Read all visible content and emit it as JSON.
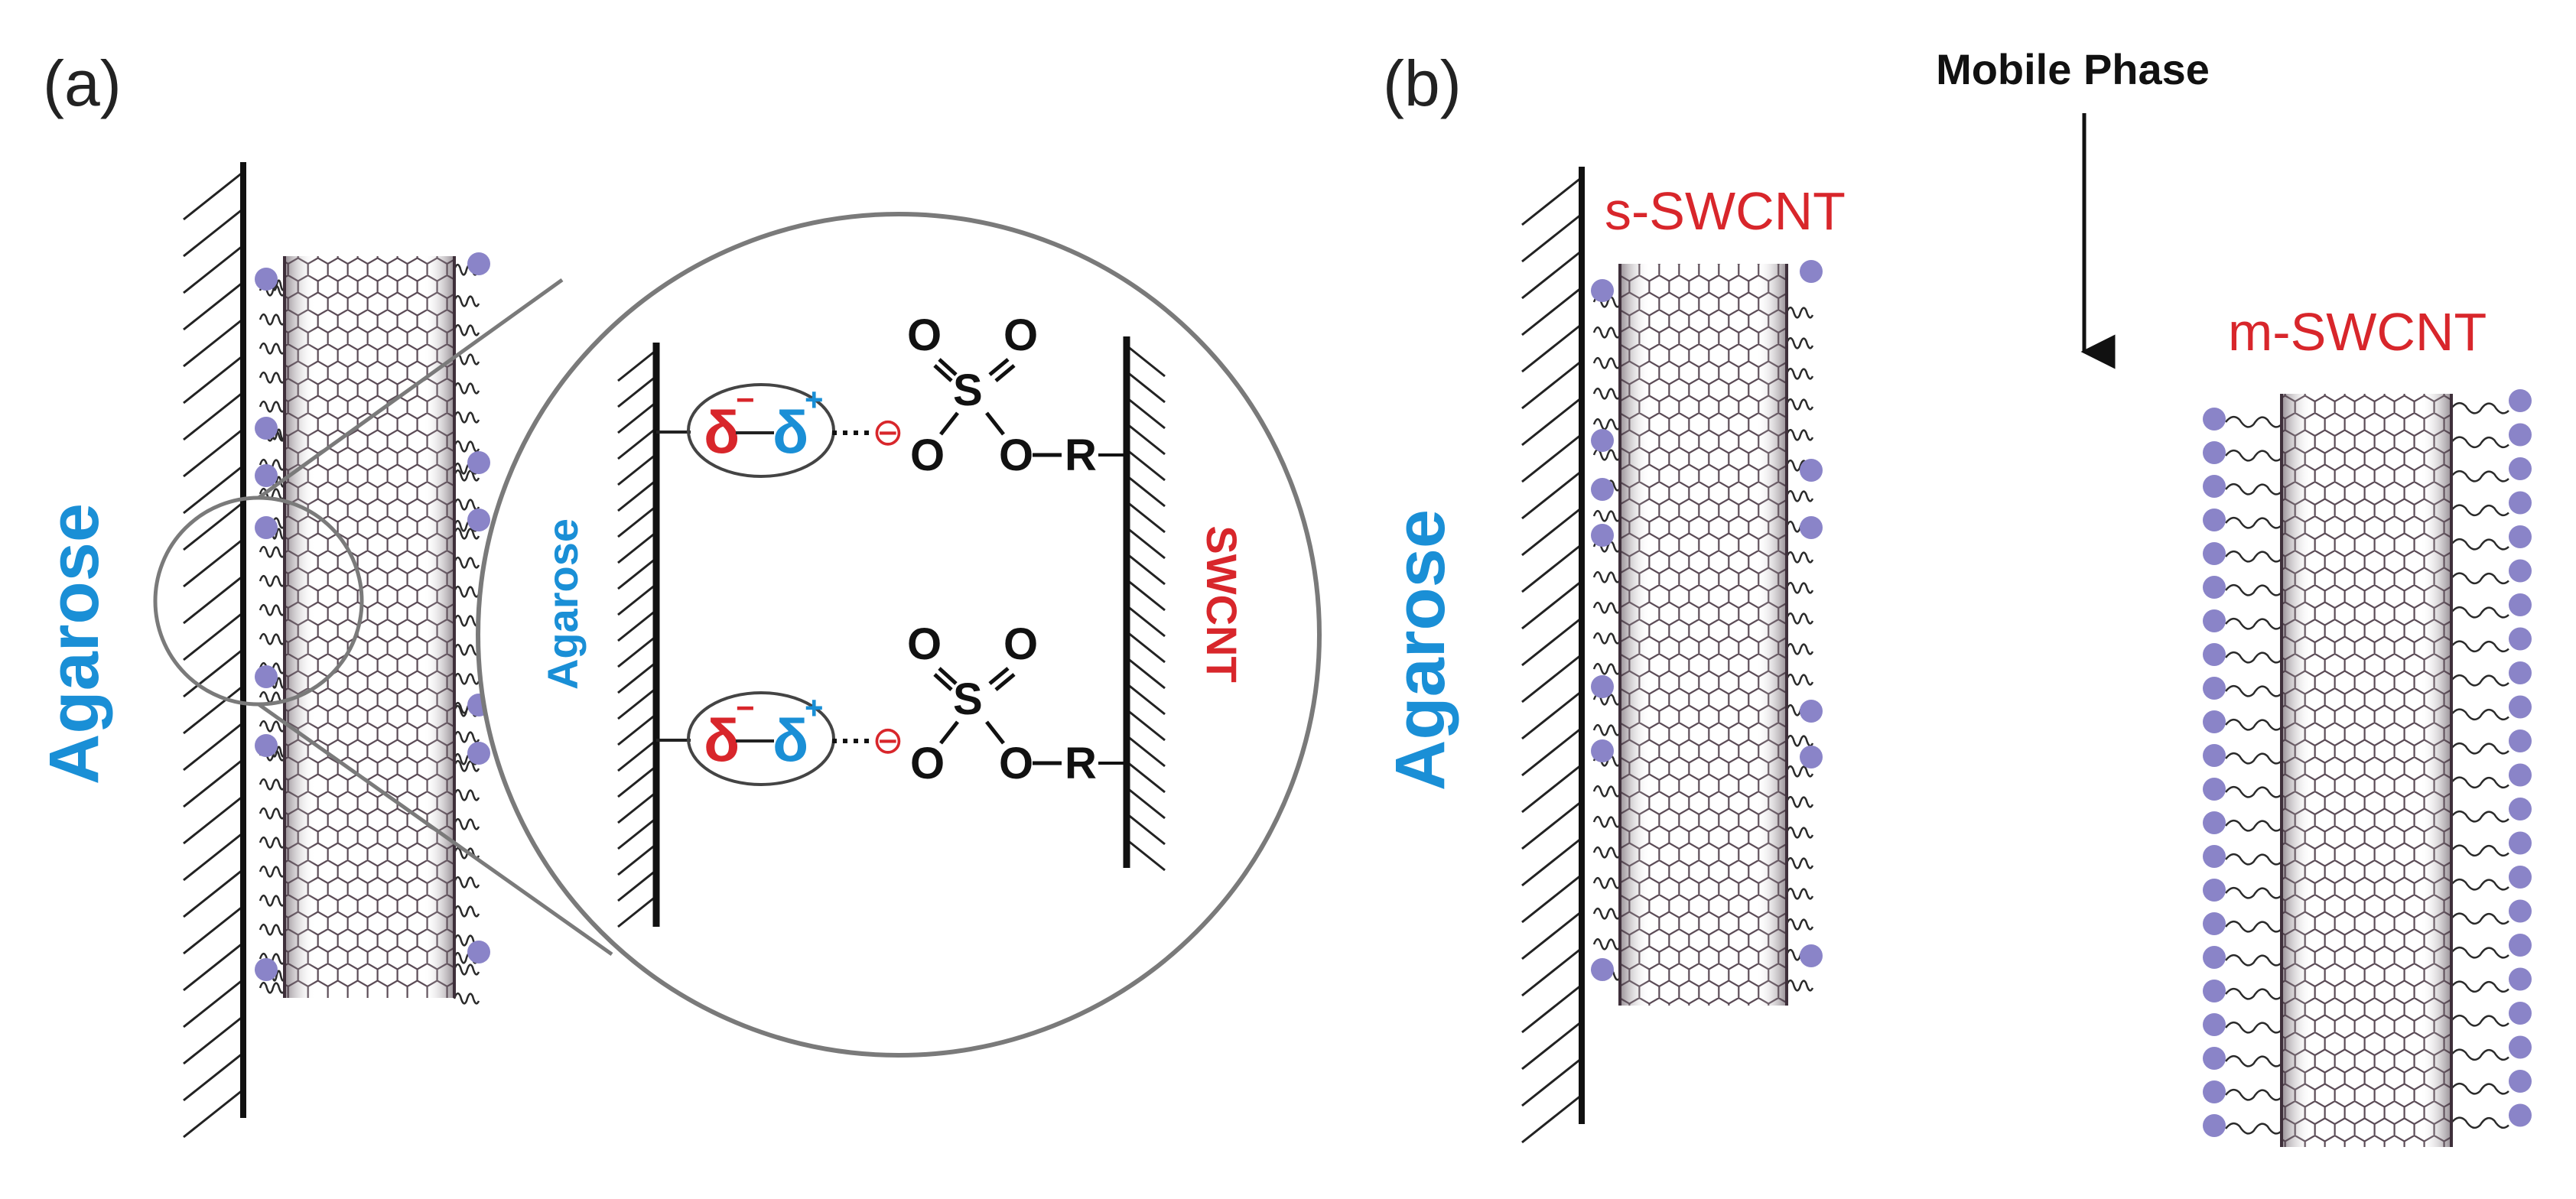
{
  "panel_a": {
    "letter": "(a)",
    "substrate_label": "Agarose",
    "zoom": {
      "substrate_label": "Agarose",
      "tube_label": "SWCNT",
      "oxygen": "O",
      "sulfur": "S",
      "r_group": "R",
      "delta_neg": "δ",
      "delta_pos": "δ",
      "sup_neg": "−",
      "sup_pos": "+",
      "anion": "⊖"
    }
  },
  "panel_b": {
    "letter": "(b)",
    "flow_label": "Mobile Phase",
    "substrate_label": "Agarose",
    "s_label": "s-SWCNT",
    "m_label": "m-SWCNT"
  },
  "colors": {
    "agarose_blue": "#1a8fd6",
    "label_red": "#d8262b",
    "surfactant_purple": "#8a84c8",
    "tube_dark": "#4a3a44"
  }
}
